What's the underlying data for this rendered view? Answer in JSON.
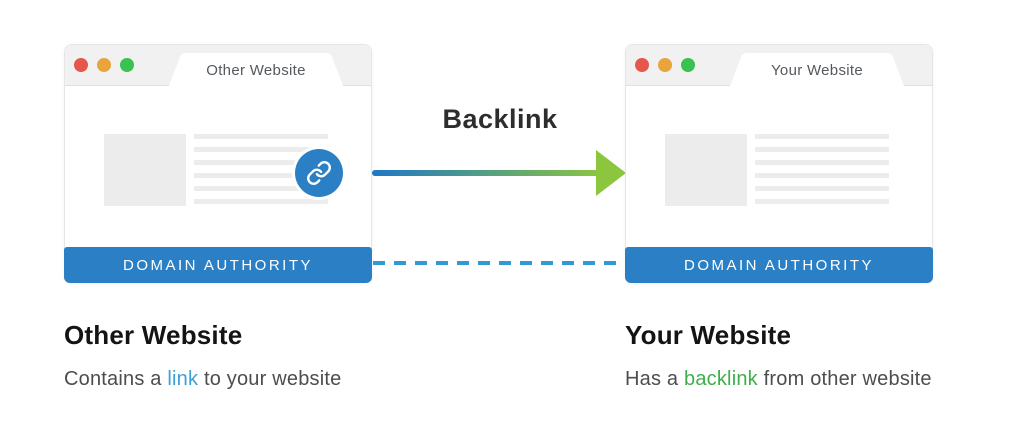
{
  "windows": {
    "left": {
      "tab_title": "Other Website",
      "domain_authority_label": "DOMAIN AUTHORITY"
    },
    "right": {
      "tab_title": "Your Website",
      "domain_authority_label": "DOMAIN AUTHORITY"
    }
  },
  "arrow": {
    "label": "Backlink"
  },
  "captions": {
    "left": {
      "title": "Other Website",
      "prefix": "Contains a ",
      "highlight": "link",
      "suffix": " to your website"
    },
    "right": {
      "title": "Your Website",
      "prefix": "Has a ",
      "highlight": "backlink",
      "suffix": " from other website"
    }
  },
  "icons": {
    "link_badge": "link-icon",
    "window_controls": [
      "close-dot",
      "minimize-dot",
      "fullscreen-dot"
    ]
  },
  "colors": {
    "bar_blue": "#2b7fc4",
    "link_badge_blue": "#2b7fc4",
    "dashed_connector_blue": "#2f9ad3",
    "arrow_gradient_start": "#1e77c8",
    "arrow_gradient_end": "#8cc63e",
    "link_text_blue": "#3ba0d8",
    "backlink_text_green": "#3daf4a",
    "dot_red": "#e5564c",
    "dot_yellow": "#e9a43b",
    "dot_green": "#3ac14f",
    "header_gray": "#f1f1f1",
    "placeholder_gray": "#ececec"
  }
}
